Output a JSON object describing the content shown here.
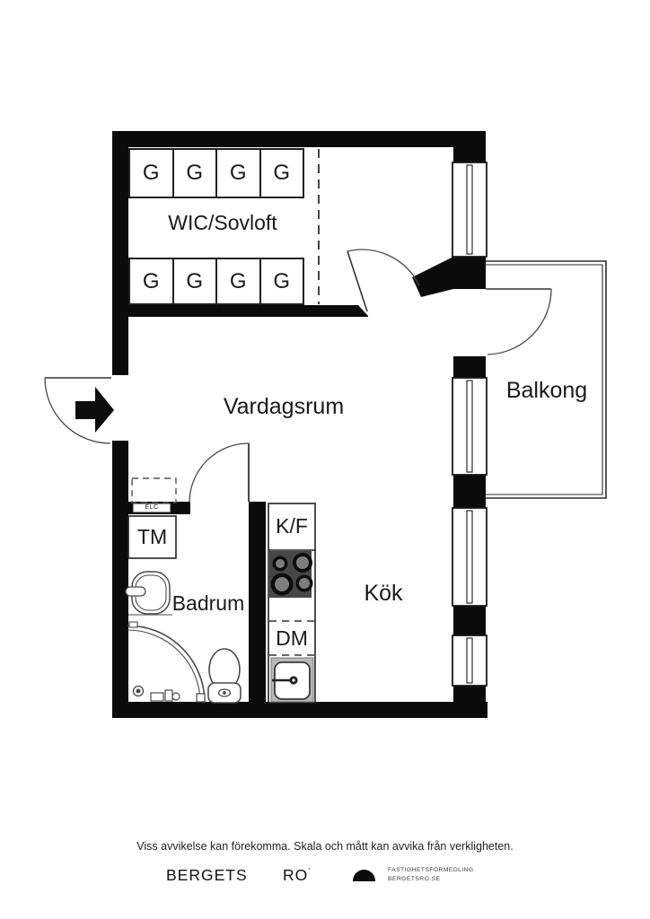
{
  "plan": {
    "rooms": {
      "wic": "WIC/Sovloft",
      "vardagsrum": "Vardagsrum",
      "balkong": "Balkong",
      "badrum": "Badrum",
      "kok": "Kök"
    },
    "fixtures": {
      "tm": "TM",
      "kf": "K/F",
      "dm": "DM",
      "elc": "ELC"
    },
    "closets": {
      "top_row": [
        "G",
        "G",
        "G",
        "G"
      ],
      "bottom_row": [
        "G",
        "G",
        "G",
        "G"
      ]
    },
    "icons": {
      "entry_arrow": "entry-direction-arrow",
      "stove": "stove-4-burners",
      "sink": "kitchen-sink",
      "toilet": "toilet",
      "washbasin": "washbasin",
      "shower": "corner-shower"
    },
    "colors": {
      "wall": "#0b0b0b",
      "fixture_line": "#4a4a4a",
      "stove_fill": "#474747",
      "burner_inner": "#7d7d7d",
      "sink_frame": "#b8b8b8",
      "text": "#1a1a1a"
    }
  },
  "footer": {
    "disclaimer": "Viss avvikelse kan förekomma. Skala och mått kan avvika från verkligheten.",
    "brand_left": "BERGETS",
    "brand_right": "RO",
    "brand_mark": "ʼ",
    "logo_line1": "FASTIGHETSFÖRMEDLING",
    "logo_line2": "BERGETSRO.SE"
  }
}
